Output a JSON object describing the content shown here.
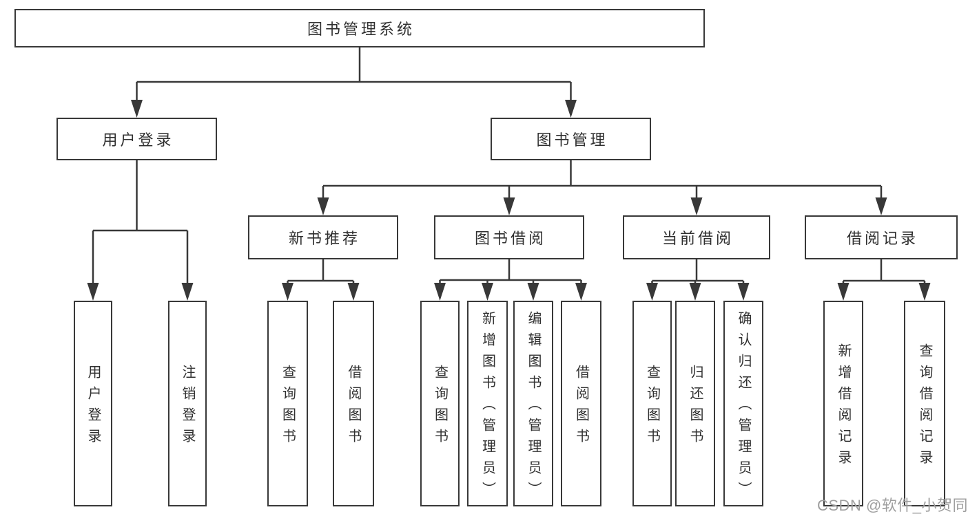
{
  "diagram": {
    "type": "hierarchy-flowchart",
    "root_label": "图书管理系统"
  },
  "colors": {
    "background": "#ffffff",
    "line": "#383838",
    "box_border": "#383838",
    "text": "#303030",
    "watermark": "#9f9f9f"
  },
  "nodes": {
    "root": {
      "label": "图书管理系统"
    },
    "user_login": {
      "label": "用户登录"
    },
    "book_management": {
      "label": "图书管理"
    },
    "new_book_recommendation": {
      "label": "新书推荐"
    },
    "book_borrowing": {
      "label": "图书借阅"
    },
    "current_borrowing": {
      "label": "当前借阅"
    },
    "borrowing_records": {
      "label": "借阅记录"
    },
    "leaf_user_login": {
      "label": "用户登录"
    },
    "leaf_logout_login": {
      "label": "注销登录"
    },
    "leaf_query_books_a": {
      "label": "查询图书"
    },
    "leaf_borrow_books_a": {
      "label": "借阅图书"
    },
    "leaf_query_books_b": {
      "label": "查询图书"
    },
    "leaf_add_books_admin": {
      "label": "新增图书（管理员）"
    },
    "leaf_edit_books_admin": {
      "label": "编辑图书（管理员）"
    },
    "leaf_borrow_books_b": {
      "label": "借阅图书"
    },
    "leaf_query_books_c": {
      "label": "查询图书"
    },
    "leaf_return_books": {
      "label": "归还图书"
    },
    "leaf_confirm_return_admin": {
      "label": "确认归还（管理员）"
    },
    "leaf_add_borrowing_record": {
      "label": "新增借阅记录"
    },
    "leaf_query_borrowing_record": {
      "label": "查询借阅记录"
    }
  },
  "hierarchy": {
    "图书管理系统": {
      "用户登录": [
        "用户登录",
        "注销登录"
      ],
      "图书管理": {
        "新书推荐": [
          "查询图书",
          "借阅图书"
        ],
        "图书借阅": [
          "查询图书",
          "新增图书（管理员）",
          "编辑图书（管理员）",
          "借阅图书"
        ],
        "当前借阅": [
          "查询图书",
          "归还图书",
          "确认归还（管理员）"
        ],
        "借阅记录": [
          "新增借阅记录",
          "查询借阅记录"
        ]
      }
    }
  },
  "watermark": {
    "text": "CSDN @软件_小贺同学"
  }
}
